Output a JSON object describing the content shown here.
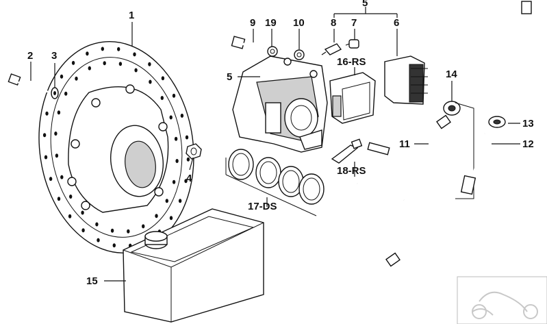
{
  "diagram": {
    "callouts": {
      "c1": "1",
      "c2": "2",
      "c3": "3",
      "c4": "4",
      "c5_top": "5",
      "c5_side": "5",
      "c6": "6",
      "c7": "7",
      "c8": "8",
      "c9": "9",
      "c10": "10",
      "c11": "11",
      "c12": "12",
      "c13": "13",
      "c14": "14",
      "c15": "15",
      "c16": "16-RS",
      "c17": "17-DS",
      "c18": "18-RS",
      "c19": "19"
    }
  }
}
